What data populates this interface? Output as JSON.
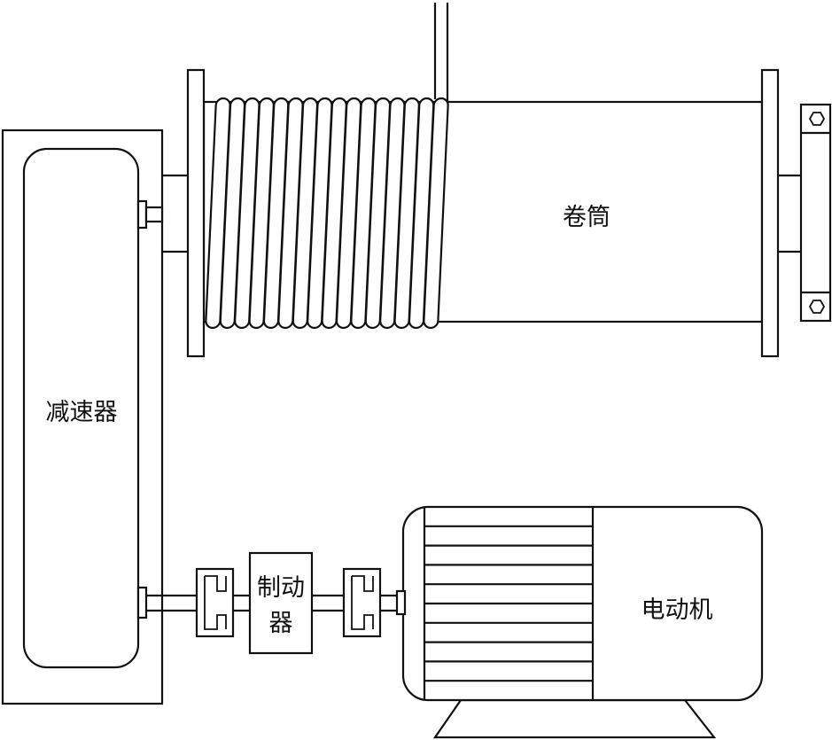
{
  "labels": {
    "drum": "卷筒",
    "reducer": "减速器",
    "brake_line1": "制动",
    "brake_line2": "器",
    "motor": "电动机"
  },
  "colors": {
    "stroke": "#111111",
    "fill": "#ffffff"
  }
}
